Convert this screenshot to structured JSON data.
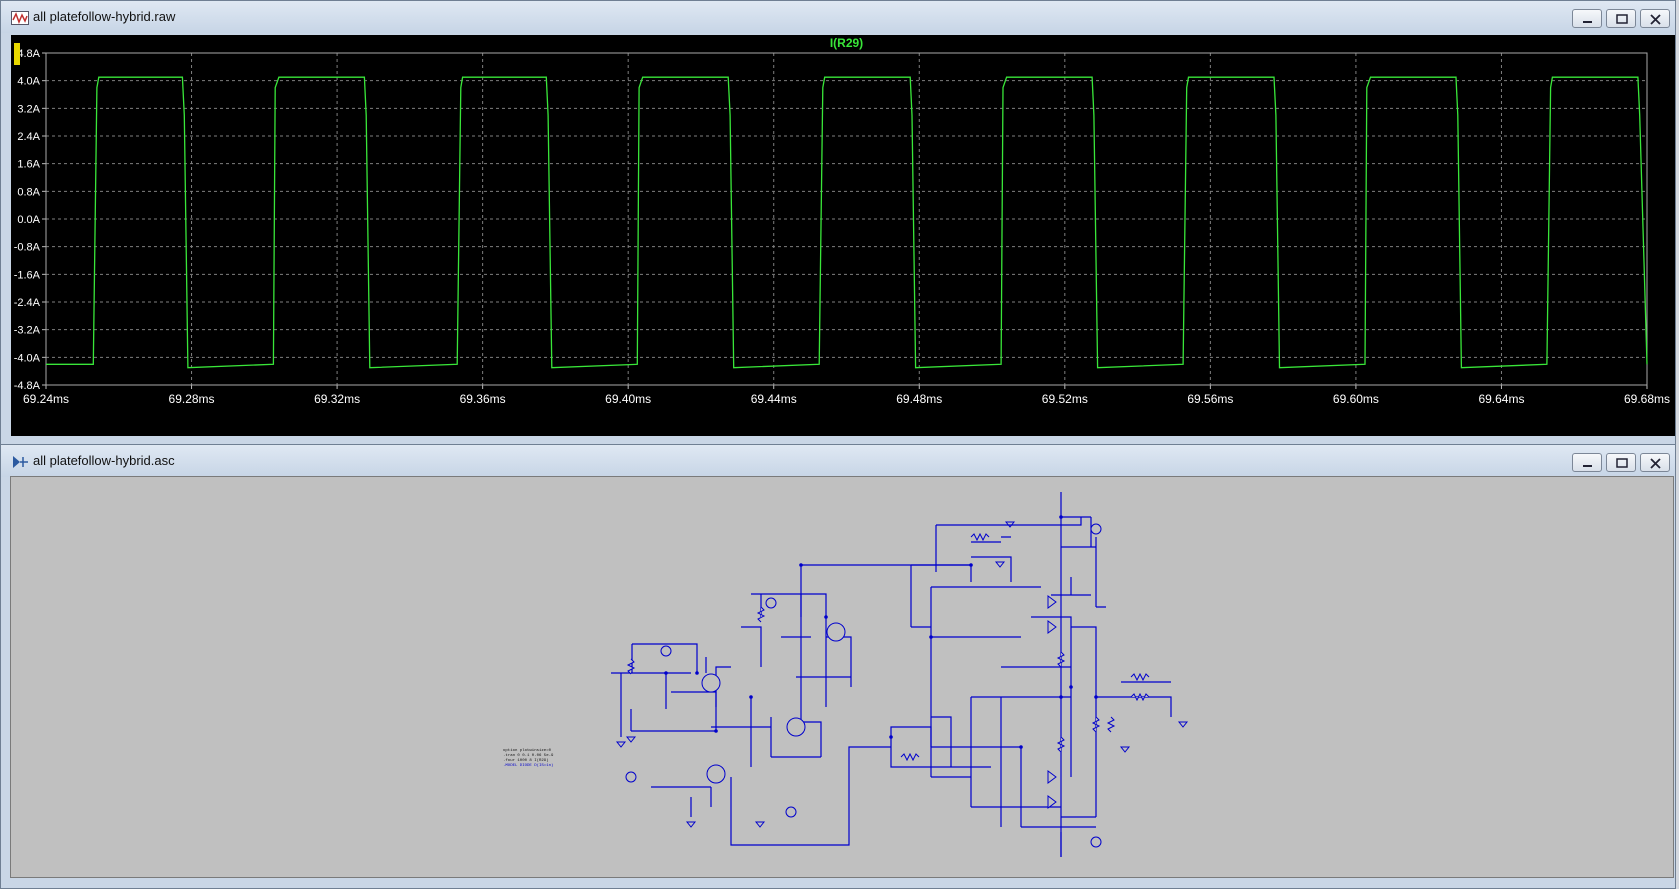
{
  "waveform_window": {
    "title": "all platefollow-hybrid.raw",
    "icon": "waveform-viewer-icon"
  },
  "schematic_window": {
    "title": "all platefollow-hybrid.asc",
    "icon": "schematic-editor-icon",
    "spice_directives": [
      "option plotwinsize=0",
      ".tran 0 0.1 0.06 5e-9",
      ".four 1000 8 I(R29)",
      ".MODEL DIODE D(IS=1n)"
    ]
  },
  "window_buttons": [
    "minimize-button",
    "maximize-button",
    "close-button"
  ],
  "colors": {
    "trace": "#39e639",
    "plot_bg": "#000000",
    "grid": "#7f7f7f",
    "axis_text": "#ffffff",
    "schematic_wire": "#0000cc",
    "schematic_bg": "#c0c0c0"
  },
  "chart_data": {
    "type": "line",
    "title": "I(R29)",
    "xlabel": "",
    "ylabel": "",
    "x_ticks": [
      "69.24ms",
      "69.28ms",
      "69.32ms",
      "69.36ms",
      "69.40ms",
      "69.44ms",
      "69.48ms",
      "69.52ms",
      "69.56ms",
      "69.60ms",
      "69.64ms",
      "69.68ms"
    ],
    "y_ticks": [
      "4.8A",
      "4.0A",
      "3.2A",
      "2.4A",
      "1.6A",
      "0.8A",
      "0.0A",
      "-0.8A",
      "-1.6A",
      "-2.4A",
      "-3.2A",
      "-4.0A",
      "-4.8A"
    ],
    "xlim": [
      69.24,
      69.68
    ],
    "ylim": [
      -4.8,
      4.8
    ],
    "x_unit": "ms",
    "y_unit": "A",
    "grid": true,
    "series": [
      {
        "name": "I(R29)",
        "x": [
          69.24,
          69.253,
          69.254,
          69.2545,
          69.2775,
          69.278,
          69.279,
          69.3025,
          69.303,
          69.304,
          69.3275,
          69.328,
          69.329,
          69.353,
          69.354,
          69.3545,
          69.3775,
          69.378,
          69.379,
          69.4025,
          69.403,
          69.404,
          69.4275,
          69.428,
          69.429,
          69.4525,
          69.4535,
          69.454,
          69.4775,
          69.478,
          69.479,
          69.5025,
          69.503,
          69.504,
          69.5275,
          69.528,
          69.529,
          69.5525,
          69.5535,
          69.554,
          69.5775,
          69.578,
          69.579,
          69.6025,
          69.603,
          69.604,
          69.6275,
          69.628,
          69.629,
          69.6525,
          69.6535,
          69.654,
          69.6775,
          69.678,
          69.68
        ],
        "y": [
          -4.2,
          -4.2,
          3.8,
          4.1,
          4.1,
          3.0,
          -4.3,
          -4.2,
          3.8,
          4.1,
          4.1,
          3.0,
          -4.3,
          -4.2,
          3.8,
          4.1,
          4.1,
          3.0,
          -4.3,
          -4.2,
          3.8,
          4.1,
          4.1,
          3.0,
          -4.3,
          -4.2,
          3.8,
          4.1,
          4.1,
          3.0,
          -4.3,
          -4.2,
          3.8,
          4.1,
          4.1,
          3.0,
          -4.3,
          -4.2,
          3.8,
          4.1,
          4.1,
          3.0,
          -4.3,
          -4.2,
          3.8,
          4.1,
          4.1,
          3.0,
          -4.3,
          -4.2,
          3.8,
          4.1,
          4.1,
          3.0,
          -4.2
        ]
      }
    ]
  }
}
